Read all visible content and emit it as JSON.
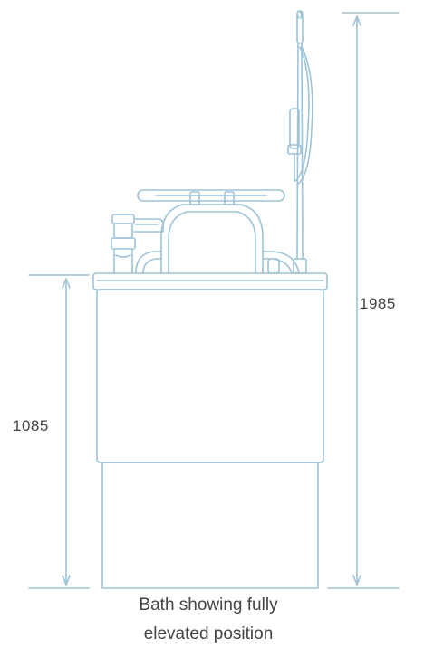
{
  "dimensions": {
    "overall_height": "1985",
    "rim_height": "1085"
  },
  "caption": {
    "line1": "Bath showing fully",
    "line2": "elevated position"
  },
  "colors": {
    "line": "#9dc3d6",
    "text": "#444444"
  }
}
